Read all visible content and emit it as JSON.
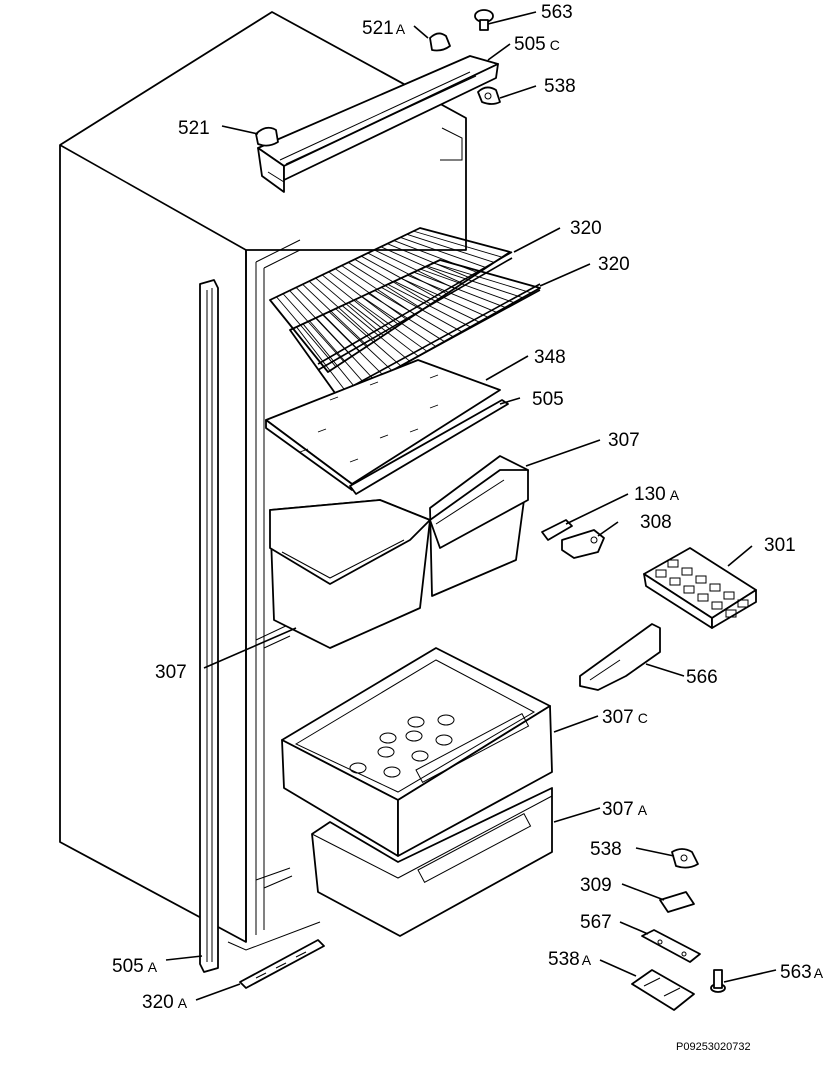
{
  "drawing_ref": "P09253020732",
  "labels": [
    {
      "id": "563_top",
      "num": "563",
      "suffix": ""
    },
    {
      "id": "521A",
      "num": "521",
      "suffix": "A"
    },
    {
      "id": "505C",
      "num": "505",
      "suffix": "C"
    },
    {
      "id": "538_top",
      "num": "538",
      "suffix": ""
    },
    {
      "id": "521",
      "num": "521",
      "suffix": ""
    },
    {
      "id": "320_a",
      "num": "320",
      "suffix": ""
    },
    {
      "id": "320_b",
      "num": "320",
      "suffix": ""
    },
    {
      "id": "348",
      "num": "348",
      "suffix": ""
    },
    {
      "id": "505",
      "num": "505",
      "suffix": ""
    },
    {
      "id": "307_top",
      "num": "307",
      "suffix": ""
    },
    {
      "id": "130A",
      "num": "130",
      "suffix": "A"
    },
    {
      "id": "308",
      "num": "308",
      "suffix": ""
    },
    {
      "id": "301",
      "num": "301",
      "suffix": ""
    },
    {
      "id": "307_left",
      "num": "307",
      "suffix": ""
    },
    {
      "id": "566",
      "num": "566",
      "suffix": ""
    },
    {
      "id": "307C",
      "num": "307",
      "suffix": "C"
    },
    {
      "id": "307A",
      "num": "307",
      "suffix": "A"
    },
    {
      "id": "538_low",
      "num": "538",
      "suffix": ""
    },
    {
      "id": "309",
      "num": "309",
      "suffix": ""
    },
    {
      "id": "567",
      "num": "567",
      "suffix": ""
    },
    {
      "id": "538A",
      "num": "538",
      "suffix": "A"
    },
    {
      "id": "563A",
      "num": "563",
      "suffix": "A"
    },
    {
      "id": "505A",
      "num": "505",
      "suffix": "A"
    },
    {
      "id": "320A",
      "num": "320",
      "suffix": "A"
    }
  ]
}
